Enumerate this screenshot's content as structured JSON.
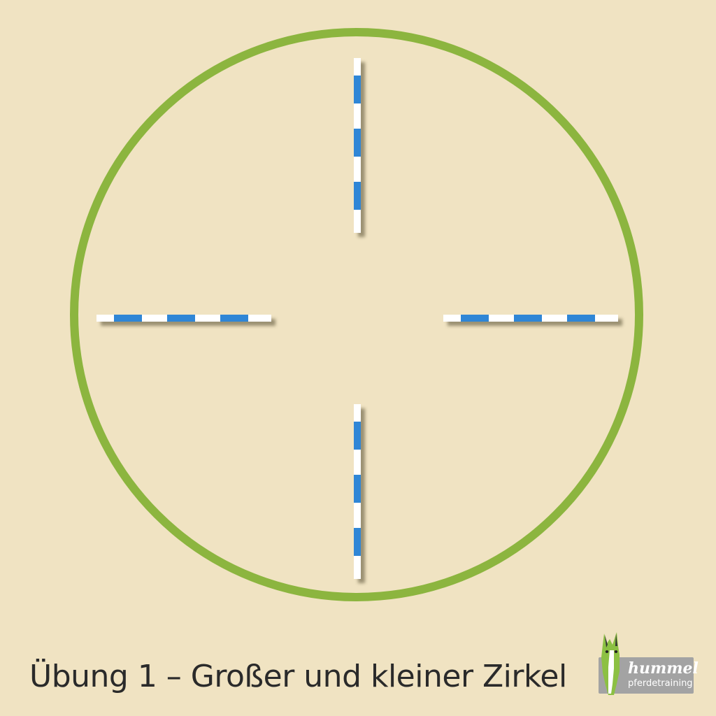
{
  "caption": "Übung 1 – Großer und kleiner Zirkel",
  "logo": {
    "brand": "hummel",
    "tagline": "pferdetraining"
  },
  "colors": {
    "background": "#f0e3c2",
    "circle": "#8cb53f",
    "pole_stripe": "#2f86d6",
    "pole_base": "#ffffff",
    "pole_shadow": "#7d7357",
    "logo_box": "#a3a3a3",
    "horse_green": "#8cc043",
    "horse_dark": "#333333"
  },
  "poles": [
    {
      "name": "pole-north",
      "orientation": "vertical"
    },
    {
      "name": "pole-west",
      "orientation": "horizontal"
    },
    {
      "name": "pole-east",
      "orientation": "horizontal"
    },
    {
      "name": "pole-south",
      "orientation": "vertical"
    }
  ]
}
